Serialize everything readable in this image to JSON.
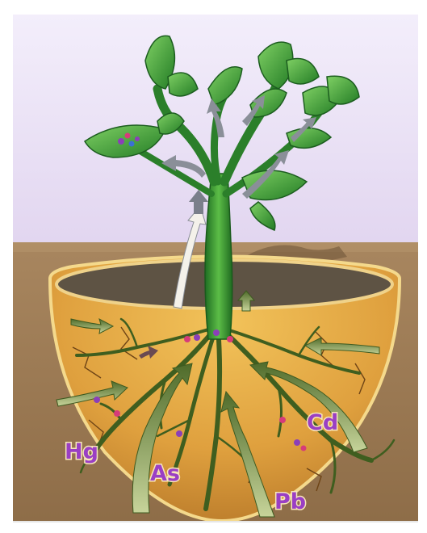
{
  "diagram": {
    "labels": {
      "hg": "Hg",
      "as": "As",
      "pb": "Pb",
      "cd": "Cd"
    },
    "colors": {
      "sky": "#e9e0f3",
      "ground": "#9e7d58",
      "soil": "#e3a542",
      "plant": "#2f8a2c",
      "root": "#3b5a1d",
      "arrow": "#8a8f98",
      "particle": "#8b3fb8",
      "label": "#9a3fc4"
    }
  }
}
